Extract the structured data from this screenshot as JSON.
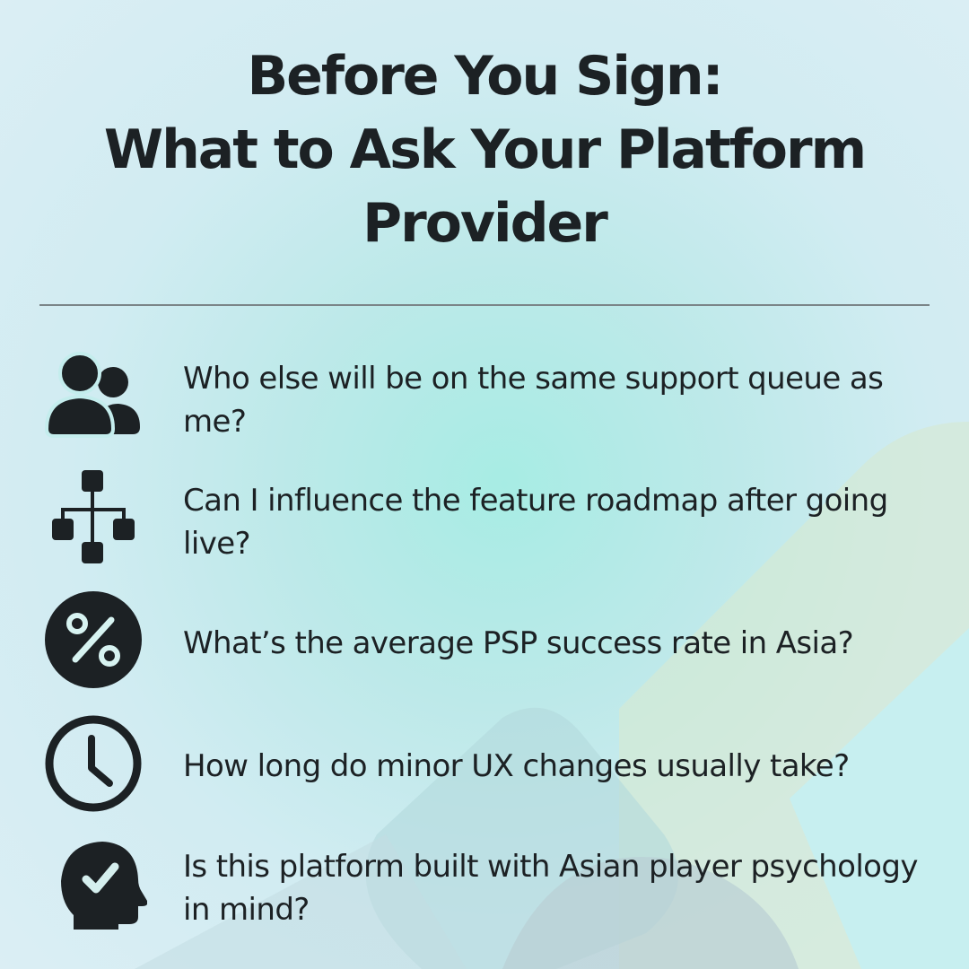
{
  "header": {
    "title_line1": "Before You Sign:",
    "title_line2": "What to Ask Your Platform",
    "title_line3": "Provider"
  },
  "colors": {
    "text": "#1c2124",
    "divider": "#7b8588",
    "bg_center": "#a7ece4",
    "bg_edge": "#dbeef4"
  },
  "questions": [
    {
      "icon": "users-icon",
      "text": "Who else will be on the same support queue as me?"
    },
    {
      "icon": "sitemap-icon",
      "text": "Can I influence the feature roadmap after going live?"
    },
    {
      "icon": "percent-icon",
      "text": "What’s the average PSP success rate in Asia?"
    },
    {
      "icon": "clock-icon",
      "text": "How long do minor UX changes usually take?"
    },
    {
      "icon": "head-check-icon",
      "text": "Is this platform built with Asian player psychology in mind?"
    }
  ]
}
